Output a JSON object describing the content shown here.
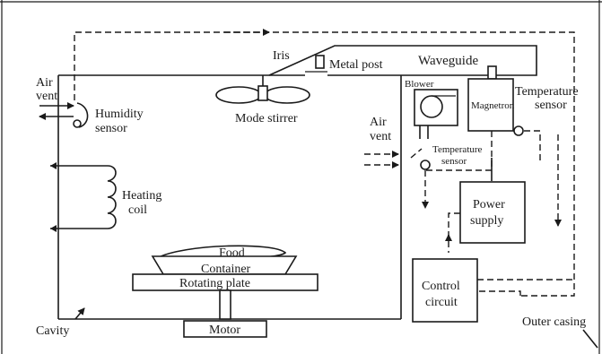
{
  "diagram": {
    "labels": {
      "iris": "Iris",
      "metal_post": "Metal post",
      "waveguide": "Waveguide",
      "air_vent_left_1": "Air",
      "air_vent_left_2": "vent",
      "humidity_sensor_1": "Humidity",
      "humidity_sensor_2": "sensor",
      "mode_stirrer": "Mode stirrer",
      "blower": "Blower",
      "magnetron": "Magnetron",
      "temperature_sensor_top_1": "Temperature",
      "temperature_sensor_top_2": "sensor",
      "air_vent_right_1": "Air",
      "air_vent_right_2": "vent",
      "temperature_sensor_mid_1": "Temperature",
      "temperature_sensor_mid_2": "sensor",
      "heating_coil_1": "Heating",
      "heating_coil_2": "coil",
      "power_supply_1": "Power",
      "power_supply_2": "supply",
      "food": "Food",
      "container": "Container",
      "rotating_plate": "Rotating plate",
      "control_circuit_1": "Control",
      "control_circuit_2": "circuit",
      "cavity": "Cavity",
      "motor": "Motor",
      "outer_casing": "Outer casing"
    },
    "colors": {
      "ink": "#1a1a1a",
      "background": "#ffffff"
    }
  }
}
